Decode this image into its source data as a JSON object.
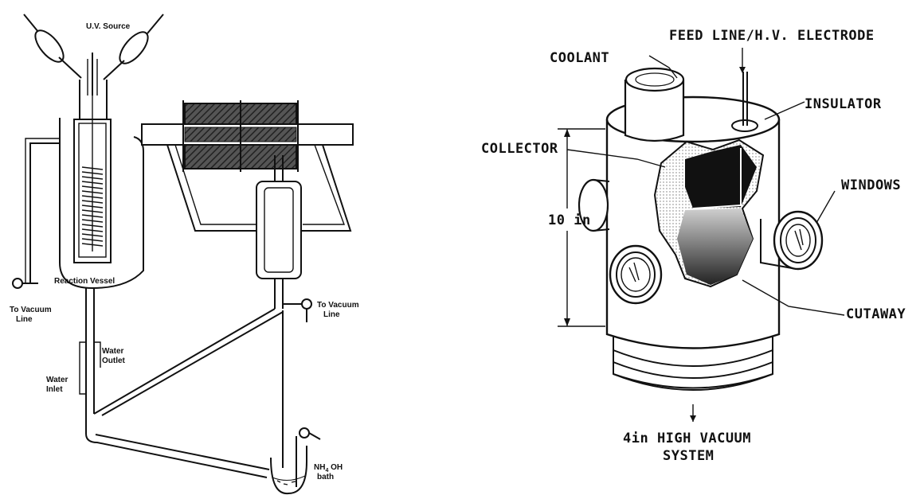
{
  "left_diagram": {
    "labels": {
      "uv_source": "U.V. Source",
      "reaction_vessel": "Reaction Vessel",
      "to_vacuum_line_left": "To Vacuum\nLine",
      "to_vacuum_line_right": "To Vacuum\nLine",
      "water_outlet": "Water\nOutlet",
      "water_inlet": "Water\nInlet",
      "nh4oh_bath": "NH₄ OH\nbath"
    }
  },
  "right_diagram": {
    "labels": {
      "coolant": "COOLANT",
      "feed_line": "FEED LINE/H.V. ELECTRODE",
      "insulator": "INSULATOR",
      "collector": "COLLECTOR",
      "windows": "WINDOWS",
      "height": "10 in",
      "cutaway": "CUTAWAY",
      "vacuum_system": "4in HIGH VACUUM\nSYSTEM"
    }
  }
}
